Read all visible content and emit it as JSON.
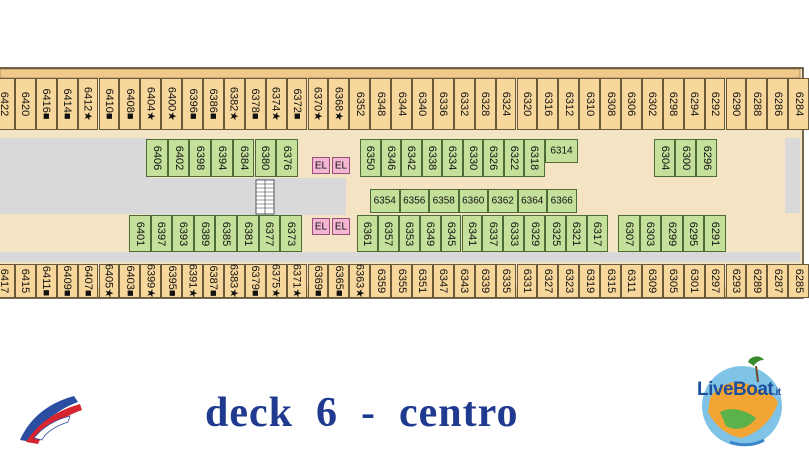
{
  "title": "deck  6  -  centro",
  "logo": {
    "text": "LiveBoat",
    "suffix": ".it",
    "brand": "carnival-funnel-logo"
  },
  "colors": {
    "cabin_outside": "#f7d79b",
    "cabin_inside": "#c4e09a",
    "elevator": "#f3b6d3",
    "corridor": "#f5e4c3",
    "public_area": "#d9d9d9",
    "title": "#1f3a8f"
  },
  "cabins": {
    "top_outer": [
      {
        "n": "6422",
        "m": ""
      },
      {
        "n": "6420",
        "m": ""
      },
      {
        "n": "6416",
        "m": "■"
      },
      {
        "n": "6414",
        "m": "■"
      },
      {
        "n": "6412",
        "m": "★"
      },
      {
        "n": "6410",
        "m": "■"
      },
      {
        "n": "6408",
        "m": "■"
      },
      {
        "n": "6404",
        "m": "★"
      },
      {
        "n": "6400",
        "m": "★"
      },
      {
        "n": "6396",
        "m": "■"
      },
      {
        "n": "6386",
        "m": "■"
      },
      {
        "n": "6382",
        "m": "★"
      },
      {
        "n": "6378",
        "m": "■"
      },
      {
        "n": "6374",
        "m": "★"
      },
      {
        "n": "6372",
        "m": "■"
      },
      {
        "n": "6370",
        "m": "★"
      },
      {
        "n": "6368",
        "m": "★"
      },
      {
        "n": "6352",
        "m": ""
      },
      {
        "n": "6348",
        "m": ""
      },
      {
        "n": "6344",
        "m": ""
      },
      {
        "n": "6340",
        "m": ""
      },
      {
        "n": "6336",
        "m": ""
      },
      {
        "n": "6332",
        "m": ""
      },
      {
        "n": "6328",
        "m": ""
      },
      {
        "n": "6324",
        "m": ""
      },
      {
        "n": "6320",
        "m": ""
      },
      {
        "n": "6316",
        "m": ""
      },
      {
        "n": "6312",
        "m": ""
      },
      {
        "n": "6310",
        "m": ""
      },
      {
        "n": "6308",
        "m": ""
      },
      {
        "n": "6306",
        "m": ""
      },
      {
        "n": "6302",
        "m": ""
      },
      {
        "n": "6298",
        "m": ""
      },
      {
        "n": "6294",
        "m": ""
      },
      {
        "n": "6292",
        "m": ""
      },
      {
        "n": "6290",
        "m": ""
      },
      {
        "n": "6288",
        "m": ""
      },
      {
        "n": "6286",
        "m": ""
      },
      {
        "n": "6284",
        "m": ""
      }
    ],
    "top_inner_left": [
      {
        "n": "6406",
        "m": ""
      },
      {
        "n": "6402",
        "m": ""
      },
      {
        "n": "6398",
        "m": ""
      },
      {
        "n": "6394",
        "m": ""
      },
      {
        "n": "6384",
        "m": ""
      },
      {
        "n": "6380",
        "m": ""
      },
      {
        "n": "6376",
        "m": ""
      }
    ],
    "top_inner_right": [
      {
        "n": "6350",
        "m": ""
      },
      {
        "n": "6346",
        "m": ""
      },
      {
        "n": "6342",
        "m": ""
      },
      {
        "n": "6338",
        "m": ""
      },
      {
        "n": "6334",
        "m": ""
      },
      {
        "n": "6330",
        "m": ""
      },
      {
        "n": "6326",
        "m": ""
      },
      {
        "n": "6322",
        "m": ""
      },
      {
        "n": "6318",
        "m": ""
      }
    ],
    "top_inner_small": "6314",
    "top_inner_far": [
      {
        "n": "6304",
        "m": ""
      },
      {
        "n": "6300",
        "m": ""
      },
      {
        "n": "6296",
        "m": ""
      }
    ],
    "center": [
      "6354",
      "6356",
      "6358",
      "6360",
      "6362",
      "6364",
      "6366"
    ],
    "bottom_inner_left": [
      {
        "n": "6401",
        "m": ""
      },
      {
        "n": "6397",
        "m": ""
      },
      {
        "n": "6393",
        "m": ""
      },
      {
        "n": "6389",
        "m": ""
      },
      {
        "n": "6385",
        "m": ""
      },
      {
        "n": "6381",
        "m": ""
      },
      {
        "n": "6377",
        "m": ""
      },
      {
        "n": "6373",
        "m": ""
      }
    ],
    "bottom_inner_right": [
      {
        "n": "6361",
        "m": ""
      },
      {
        "n": "6357",
        "m": ""
      },
      {
        "n": "6353",
        "m": ""
      },
      {
        "n": "6349",
        "m": ""
      },
      {
        "n": "6345",
        "m": ""
      },
      {
        "n": "6341",
        "m": ""
      },
      {
        "n": "6337",
        "m": ""
      },
      {
        "n": "6333",
        "m": ""
      },
      {
        "n": "6329",
        "m": ""
      },
      {
        "n": "6325",
        "m": ""
      },
      {
        "n": "6321",
        "m": ""
      },
      {
        "n": "6317",
        "m": ""
      }
    ],
    "bottom_inner_far": [
      {
        "n": "6307",
        "m": ""
      },
      {
        "n": "6303",
        "m": ""
      },
      {
        "n": "6299",
        "m": ""
      },
      {
        "n": "6295",
        "m": ""
      },
      {
        "n": "6291",
        "m": ""
      }
    ],
    "bottom_outer": [
      {
        "n": "6417",
        "m": ""
      },
      {
        "n": "6415",
        "m": ""
      },
      {
        "n": "6411",
        "m": "■"
      },
      {
        "n": "6409",
        "m": "■"
      },
      {
        "n": "6407",
        "m": "■"
      },
      {
        "n": "6405",
        "m": "★"
      },
      {
        "n": "6403",
        "m": "■"
      },
      {
        "n": "6399",
        "m": "★"
      },
      {
        "n": "6395",
        "m": "■"
      },
      {
        "n": "6391",
        "m": "★"
      },
      {
        "n": "6387",
        "m": "■"
      },
      {
        "n": "6383",
        "m": "★"
      },
      {
        "n": "6379",
        "m": "■"
      },
      {
        "n": "6375",
        "m": "★"
      },
      {
        "n": "6371",
        "m": "★"
      },
      {
        "n": "6369",
        "m": "■"
      },
      {
        "n": "6365",
        "m": "■"
      },
      {
        "n": "6363",
        "m": "★"
      },
      {
        "n": "6359",
        "m": ""
      },
      {
        "n": "6355",
        "m": ""
      },
      {
        "n": "6351",
        "m": ""
      },
      {
        "n": "6347",
        "m": ""
      },
      {
        "n": "6343",
        "m": ""
      },
      {
        "n": "6339",
        "m": ""
      },
      {
        "n": "6335",
        "m": ""
      },
      {
        "n": "6331",
        "m": ""
      },
      {
        "n": "6327",
        "m": ""
      },
      {
        "n": "6323",
        "m": ""
      },
      {
        "n": "6319",
        "m": ""
      },
      {
        "n": "6315",
        "m": ""
      },
      {
        "n": "6311",
        "m": ""
      },
      {
        "n": "6309",
        "m": ""
      },
      {
        "n": "6305",
        "m": ""
      },
      {
        "n": "6301",
        "m": ""
      },
      {
        "n": "6297",
        "m": ""
      },
      {
        "n": "6293",
        "m": ""
      },
      {
        "n": "6289",
        "m": ""
      },
      {
        "n": "6287",
        "m": ""
      },
      {
        "n": "6285",
        "m": ""
      }
    ],
    "elevators_label": "EL"
  }
}
